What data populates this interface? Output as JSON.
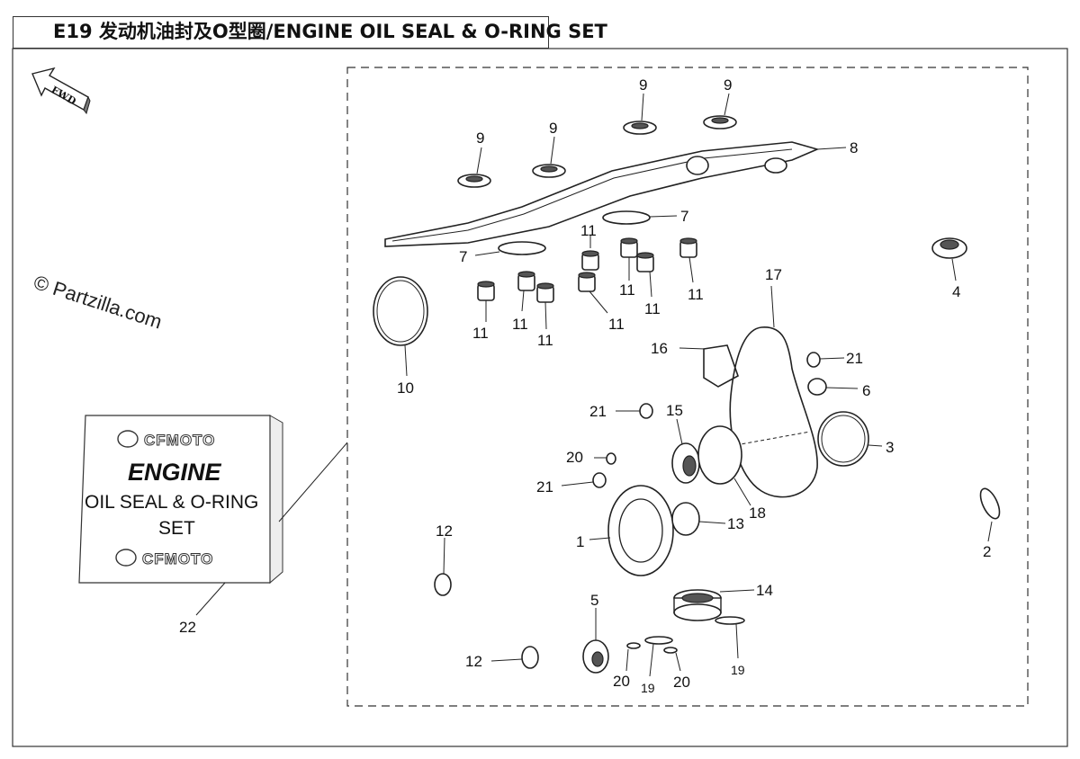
{
  "diagram": {
    "title": "E19 发动机油封及O型圈/ENGINE OIL SEAL & O-RING SET",
    "watermark": "© Partzilla.com",
    "fwd_label": "FWD",
    "card": {
      "logo_text": "CFMOTO",
      "heading": "ENGINE",
      "line1": "OIL SEAL & O-RING",
      "line2": "SET"
    },
    "callouts": {
      "c1": "1",
      "c2": "2",
      "c3": "3",
      "c4": "4",
      "c5": "5",
      "c6": "6",
      "c7a": "7",
      "c7b": "7",
      "c8": "8",
      "c9a": "9",
      "c9b": "9",
      "c9c": "9",
      "c9d": "9",
      "c10": "10",
      "c11a": "11",
      "c11b": "11",
      "c11c": "11",
      "c11d": "11",
      "c11e": "11",
      "c11f": "11",
      "c11g": "11",
      "c11h": "11",
      "c12a": "12",
      "c12b": "12",
      "c13": "13",
      "c14": "14",
      "c15": "15",
      "c16": "16",
      "c17": "17",
      "c18": "18",
      "c19a": "19",
      "c19b": "19",
      "c20a": "20",
      "c20b": "20",
      "c20c": "20",
      "c21a": "21",
      "c21b": "21",
      "c21c": "21",
      "c22": "22"
    }
  }
}
